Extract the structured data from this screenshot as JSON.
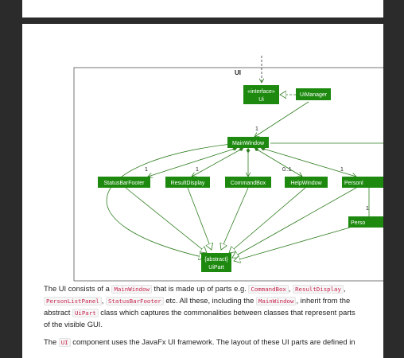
{
  "diagram": {
    "package_label": "UI",
    "nodes": {
      "ui_interface": [
        "«interface»",
        "Ui"
      ],
      "ui_manager": "UiManager",
      "main_window": "MainWindow",
      "status_bar_footer": "StatusBarFooter",
      "result_display": "ResultDisplay",
      "command_box": "CommandBox",
      "help_window": "HelpWindow",
      "person_list_panel": "Personl",
      "person_card": "Perso",
      "ui_part": [
        "{abstract}",
        "UiPart"
      ]
    },
    "multiplicities": {
      "manager_to_main": "1",
      "to_status_bar": "1",
      "to_result_display": "1",
      "to_help_window": "0..1",
      "to_person_list": "1",
      "to_person_card": "1"
    },
    "colors": {
      "node_fill": "#1d8a0f",
      "line": "#2e7d1f"
    }
  },
  "paragraph1": {
    "t1": "The UI consists of a ",
    "c1": "MainWindow",
    "t2": " that is made up of parts e.g.",
    "c2": "CommandBox",
    "t3": ", ",
    "c3": "ResultDisplay",
    "t4": ", ",
    "c4": "PersonListPanel",
    "t5": ", ",
    "c5": "StatusBarFooter",
    "t6": " etc. All these, including the ",
    "c6": "MainWindow",
    "t7": ", inherit from the abstract ",
    "c7": "UiPart",
    "t8": " class which captures the commonalities between classes that represent parts of the visible GUI."
  },
  "paragraph2": {
    "t1": "The ",
    "c1": "UI",
    "t2": " component uses the JavaFx UI framework. The layout of these UI parts are defined in"
  }
}
